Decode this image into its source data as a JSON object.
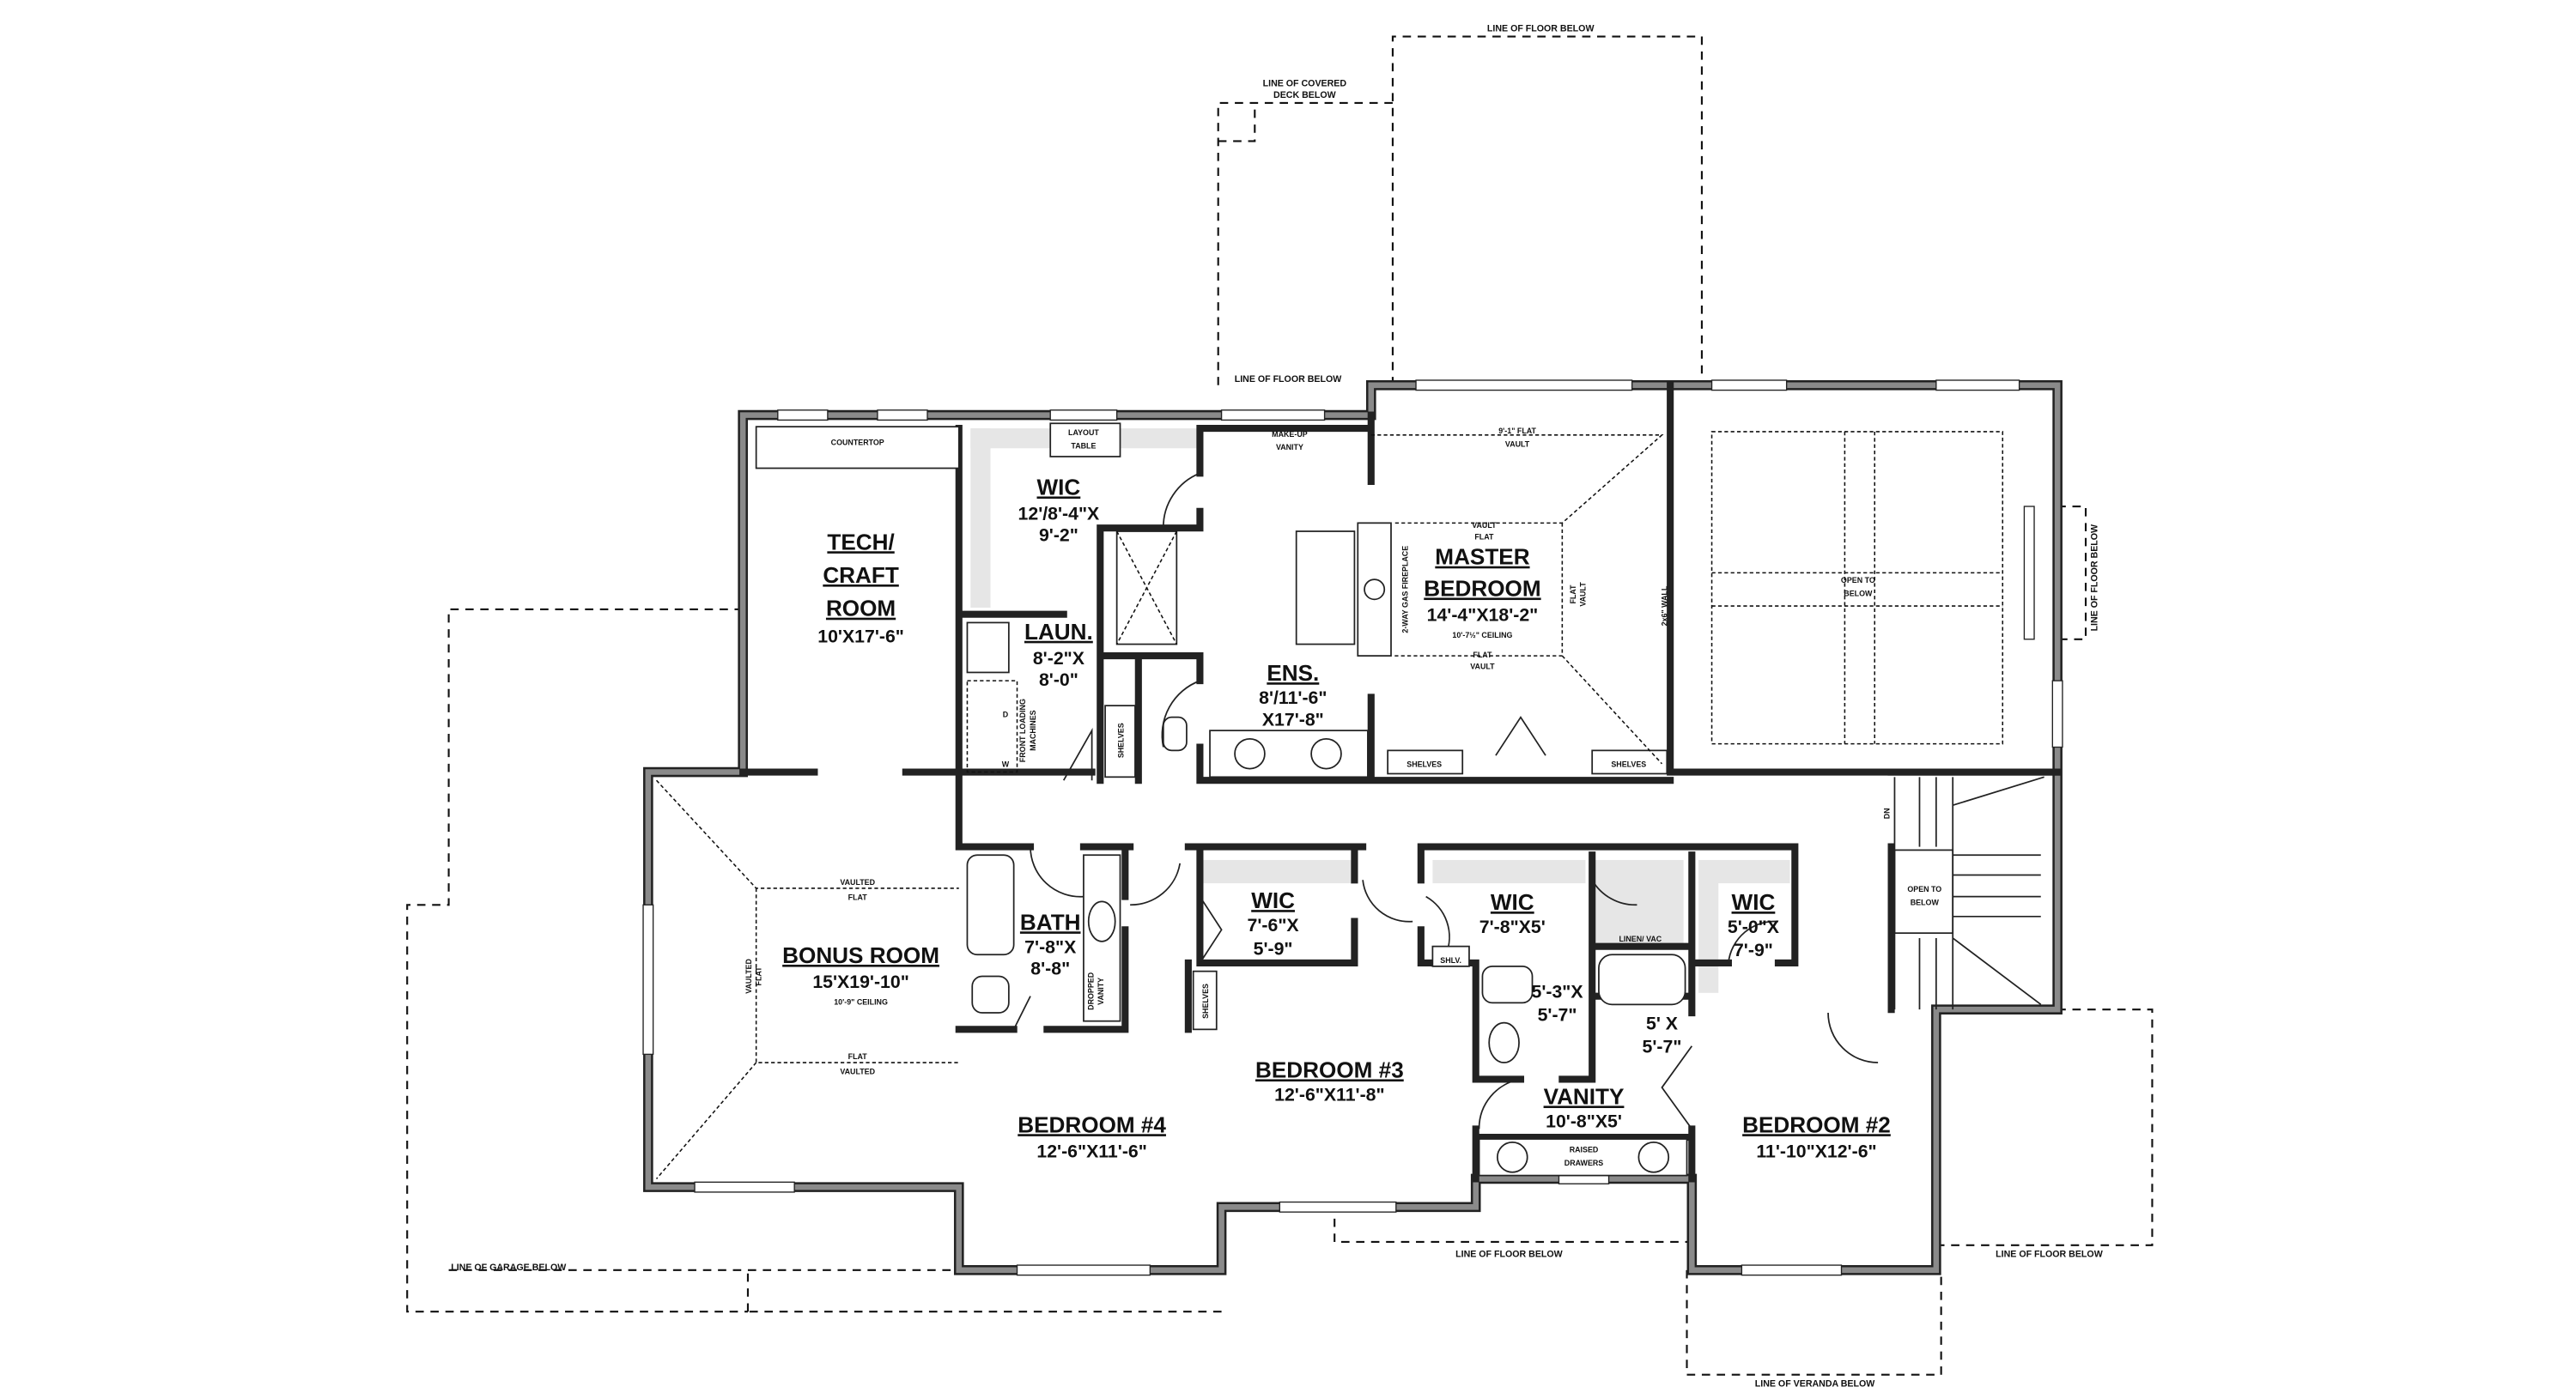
{
  "plan": {
    "rooms": {
      "tech": {
        "name1": "TECH/",
        "name2": "CRAFT",
        "name3": "ROOM",
        "dim": "10'X17'-6\"",
        "countertop": "COUNTERTOP"
      },
      "wic_master": {
        "name": "WIC",
        "dim1": "12'/8'-4\"X",
        "dim2": "9'-2\"",
        "layout_table1": "LAYOUT",
        "layout_table2": "TABLE"
      },
      "laundry": {
        "name": "LAUN.",
        "dim1": "8'-2\"X",
        "dim2": "8'-0\"",
        "machines1": "FRONT LOADING",
        "machines2": "MACHINES",
        "d": "D",
        "w": "W",
        "shelves": "SHELVES"
      },
      "ensuite": {
        "name": "ENS.",
        "dim1": "8'/11'-6\"",
        "dim2": "X17'-8\"",
        "makeup1": "MAKE-UP",
        "makeup2": "VANITY"
      },
      "master": {
        "name1": "MASTER",
        "name2": "BEDROOM",
        "dim": "14'-4\"X18'-2\"",
        "ceiling": "10'-7½\" CEILING",
        "top_flat1": "9'-1\" FLAT",
        "top_flat2": "VAULT",
        "vault_flat1": "VAULT",
        "vault_flat2": "FLAT",
        "flat_vault1": "FLAT",
        "flat_vault2": "VAULT",
        "side1": "FLAT",
        "side2": "VAULT",
        "fireplace": "2-WAY GAS FIREPLACE",
        "shelves_a": "SHELVES",
        "shelves_b": "SHELVES",
        "wall_note": "2x6\" WALL"
      },
      "open_below_main": {
        "line1": "OPEN TO",
        "line2": "BELOW"
      },
      "open_below_stair": {
        "line1": "OPEN TO",
        "line2": "BELOW",
        "dn": "DN"
      },
      "bonus": {
        "name": "BONUS ROOM",
        "dim": "15'X19'-10\"",
        "ceiling": "10'-9\" CEILING",
        "top1": "VAULTED",
        "top2": "FLAT",
        "bot1": "FLAT",
        "bot2": "VAULTED",
        "side1": "VAULTED",
        "side2": "FLAT"
      },
      "bath": {
        "name": "BATH",
        "dim1": "7'-8\"X",
        "dim2": "8'-8\"",
        "vanity1": "DROPPED",
        "vanity2": "VANITY"
      },
      "bedroom4": {
        "name": "BEDROOM #4",
        "dim": "12'-6\"X11'-6\""
      },
      "wic_b3": {
        "name": "WIC",
        "dim1": "7'-6\"X",
        "dim2": "5'-9\"",
        "shelves": "SHELVES"
      },
      "bedroom3": {
        "name": "BEDROOM #3",
        "dim": "12'-6\"X11'-8\""
      },
      "wic_b3b": {
        "name": "WIC",
        "dim1": "7'-8\"X5'",
        "shlv": "SHLV."
      },
      "linen": {
        "label": "LINEN/ VAC"
      },
      "wc": {
        "dim1": "5'-3\"X",
        "dim2": "5'-7\""
      },
      "tub": {
        "dim1": "5' X",
        "dim2": "5'-7\""
      },
      "vanity": {
        "name": "VANITY",
        "dim": "10'-8\"X5'",
        "drawers1": "RAISED",
        "drawers2": "DRAWERS"
      },
      "wic_b2": {
        "name": "WIC",
        "dim1": "5'-0\"X",
        "dim2": "7'-9\""
      },
      "bedroom2": {
        "name": "BEDROOM #2",
        "dim": "11'-10\"X12'-6\""
      }
    },
    "notes": {
      "floor_below_top": "LINE OF FLOOR BELOW",
      "covered_deck1": "LINE OF COVERED",
      "covered_deck2": "DECK BELOW",
      "floor_below_mid": "LINE OF FLOOR BELOW",
      "floor_below_right": "LINE OF FLOOR BELOW",
      "garage_below": "LINE OF GARAGE BELOW",
      "floor_below_b3": "LINE OF FLOOR BELOW",
      "floor_below_b2": "LINE OF FLOOR BELOW",
      "veranda_below": "LINE OF VERANDA BELOW"
    },
    "colors": {
      "wall": "#8a8a8a",
      "closet": "#e6e6e6",
      "line": "#111111"
    }
  }
}
